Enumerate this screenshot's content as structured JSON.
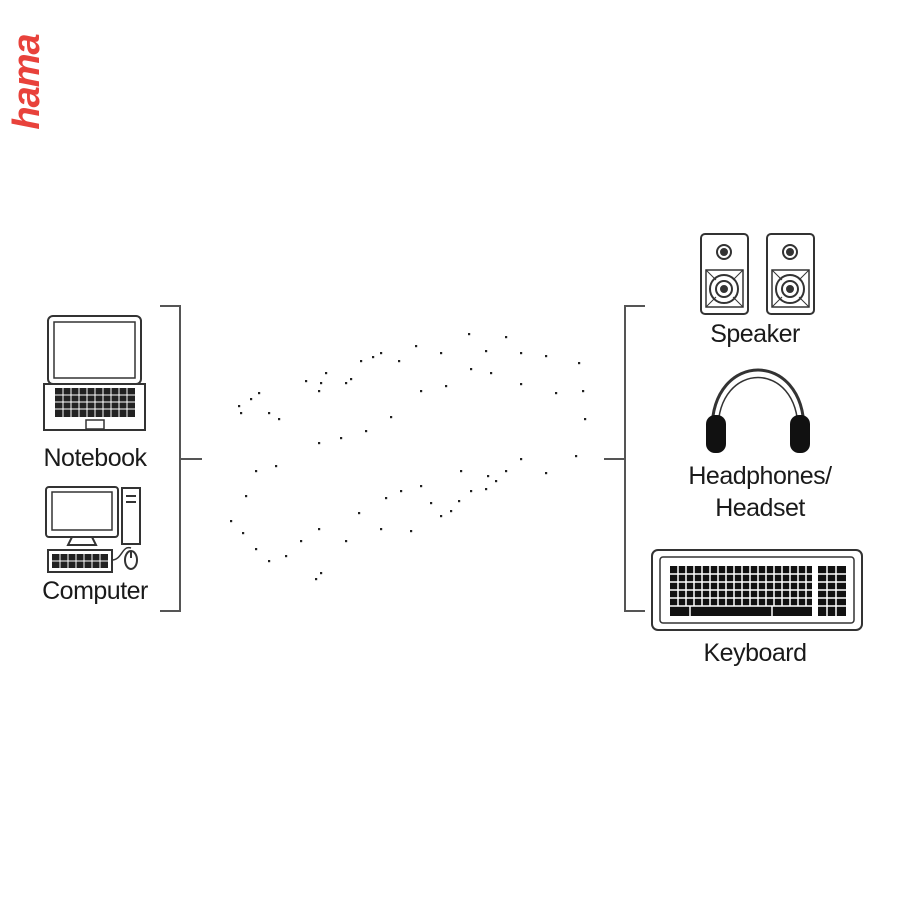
{
  "brand": {
    "logo_text": "hama",
    "color": "#e8423b"
  },
  "devices": {
    "notebook": {
      "label": "Notebook",
      "icon": "laptop-icon"
    },
    "computer": {
      "label": "Computer",
      "icon": "desktop-computer-icon"
    },
    "speaker": {
      "label": "Speaker",
      "icon": "speaker-icon"
    },
    "headphones": {
      "label_line1": "Headphones/",
      "label_line2": "Headset",
      "icon": "headphones-icon"
    },
    "keyboard": {
      "label": "Keyboard",
      "icon": "keyboard-icon"
    }
  },
  "colors": {
    "line": "#555555",
    "text": "#1a1a1a"
  }
}
